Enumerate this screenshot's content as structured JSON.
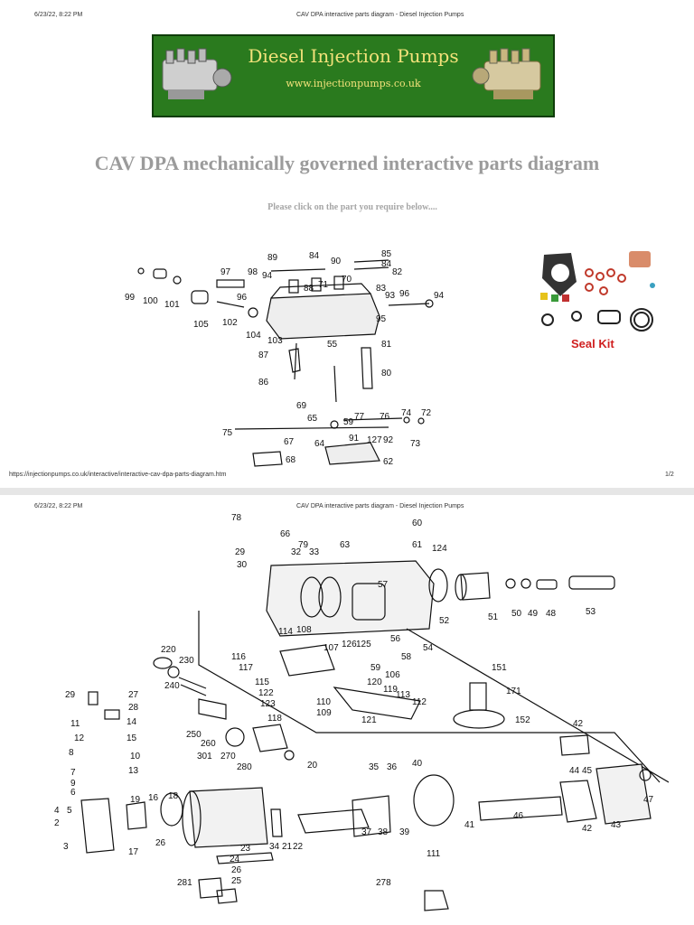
{
  "page1": {
    "header_left": "6/23/22, 8:22 PM",
    "header_center": "CAV DPA interactive parts diagram - Diesel Injection Pumps",
    "banner_title": "Diesel Injection Pumps",
    "banner_url": "www.injectionpumps.co.uk",
    "main_title": "CAV DPA mechanically governed interactive parts diagram",
    "subtitle": "Please click on the part you require below....",
    "seal_kit_label": "Seal Kit",
    "footer_url": "https://injectionpumps.co.uk/interactive/interactive-cav-dpa-parts-diagram.htm",
    "footer_page": "1/2",
    "part_numbers": [
      "89",
      "84",
      "85",
      "84",
      "90",
      "82",
      "97",
      "98",
      "94",
      "88",
      "71",
      "70",
      "83",
      "93",
      "96",
      "94",
      "99",
      "100",
      "101",
      "105",
      "96",
      "102",
      "104",
      "103",
      "55",
      "95",
      "81",
      "87",
      "86",
      "80",
      "69",
      "65",
      "77",
      "76",
      "74",
      "72",
      "75",
      "59",
      "73",
      "67",
      "64",
      "91",
      "127",
      "92",
      "68",
      "62"
    ]
  },
  "page2": {
    "header_left": "6/23/22, 8:22 PM",
    "header_center": "CAV DPA interactive parts diagram - Diesel Injection Pumps",
    "part_numbers": [
      "78",
      "66",
      "79",
      "63",
      "60",
      "61",
      "124",
      "29",
      "32",
      "33",
      "30",
      "57",
      "52",
      "51",
      "50",
      "49",
      "48",
      "53",
      "114",
      "108",
      "56",
      "54",
      "220",
      "230",
      "116",
      "117",
      "115",
      "122",
      "123",
      "118",
      "107",
      "126",
      "125",
      "58",
      "59",
      "106",
      "120",
      "119",
      "113",
      "112",
      "151",
      "171",
      "152",
      "240",
      "110",
      "109",
      "121",
      "29",
      "27",
      "28",
      "250",
      "260",
      "270",
      "280",
      "11",
      "14",
      "12",
      "15",
      "10",
      "8",
      "13",
      "42",
      "301",
      "20",
      "35",
      "36",
      "40",
      "7",
      "9",
      "6",
      "19",
      "18",
      "16",
      "44",
      "45",
      "5",
      "4",
      "47",
      "2",
      "3",
      "17",
      "37",
      "38",
      "39",
      "41",
      "46",
      "42",
      "43",
      "26",
      "23",
      "24",
      "34",
      "21",
      "22",
      "111",
      "281",
      "26",
      "25",
      "278"
    ]
  }
}
